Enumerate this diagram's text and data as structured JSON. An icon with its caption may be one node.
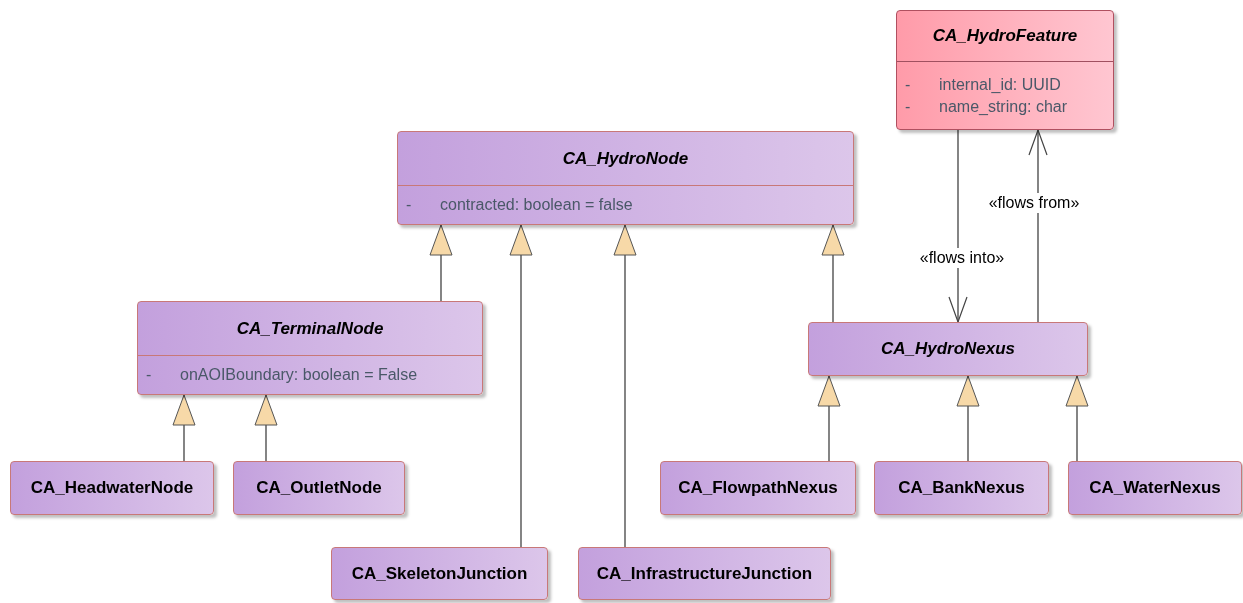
{
  "diagram": {
    "nodes": [
      {
        "text": [
          "CA_HydroFeature",
          "-",
          "internal_id: UUID",
          "-",
          "name_string: char"
        ]
      },
      {
        "text": [
          "CA_HydroNode",
          "-",
          "contracted: boolean = false"
        ]
      },
      {
        "text": [
          "CA_TerminalNode",
          "-",
          "onAOIBoundary: boolean = False"
        ]
      },
      {
        "text": [
          "CA_HydroNexus"
        ]
      },
      {
        "text": [
          "CA_HeadwaterNode"
        ]
      },
      {
        "text": [
          "CA_OutletNode"
        ]
      },
      {
        "text": [
          "CA_FlowpathNexus"
        ]
      },
      {
        "text": [
          "CA_BankNexus"
        ]
      },
      {
        "text": [
          "CA_WaterNexus"
        ]
      },
      {
        "text": [
          "CA_SkeletonJunction"
        ]
      },
      {
        "text": [
          "CA_InfrastructureJunction"
        ]
      }
    ],
    "edges": [
      {
        "from": 2,
        "to": 1,
        "arrow": "to"
      },
      {
        "from": 9,
        "to": 1,
        "arrow": "to"
      },
      {
        "from": 10,
        "to": 1,
        "arrow": "to"
      },
      {
        "from": 3,
        "to": 1,
        "arrow": "to"
      },
      {
        "from": 4,
        "to": 2,
        "arrow": "to"
      },
      {
        "from": 5,
        "to": 2,
        "arrow": "to"
      },
      {
        "from": 6,
        "to": 3,
        "arrow": "to"
      },
      {
        "from": 7,
        "to": 3,
        "arrow": "to"
      },
      {
        "from": 8,
        "to": 3,
        "arrow": "to"
      },
      {
        "from": 0,
        "to": 3,
        "arrow": "to",
        "label": "«flows into»"
      },
      {
        "from": 3,
        "to": 0,
        "arrow": "to",
        "label": "«flows from»"
      }
    ]
  }
}
